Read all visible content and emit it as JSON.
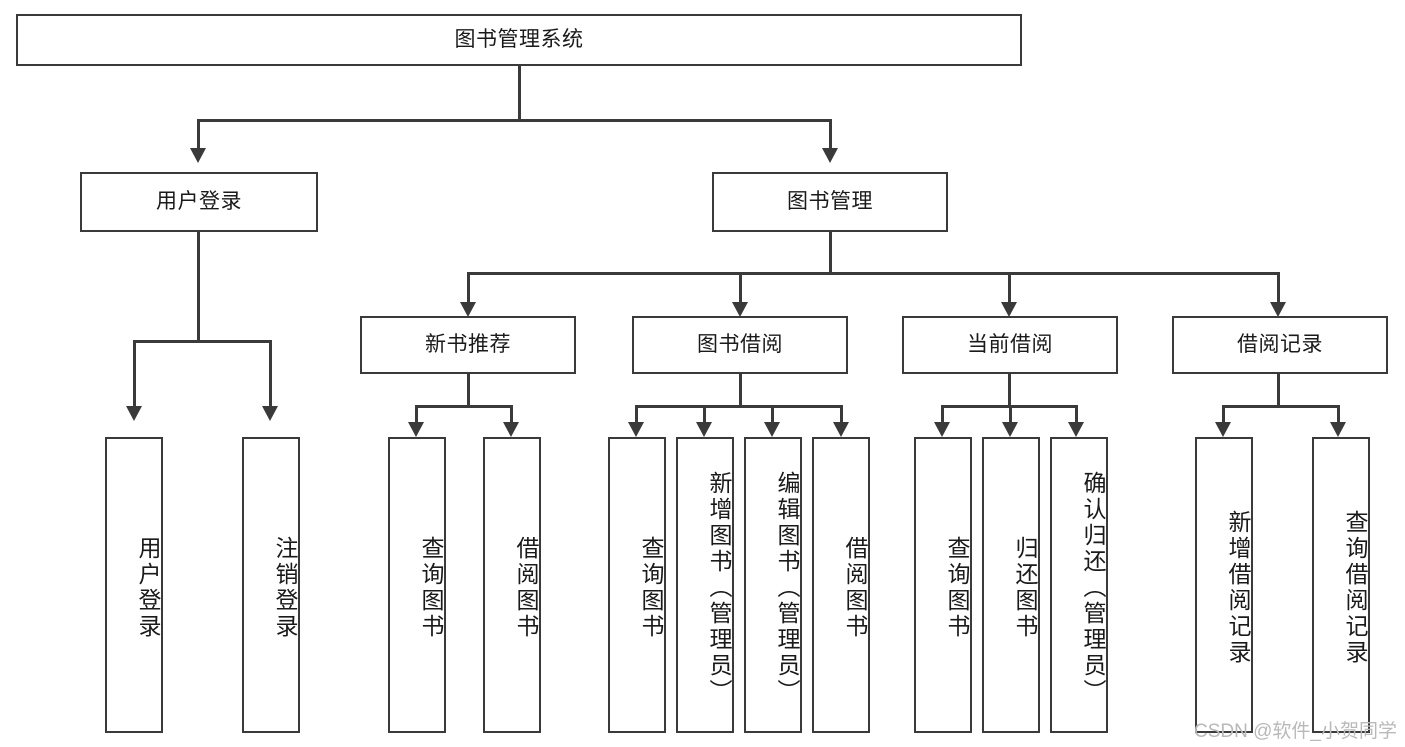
{
  "diagram": {
    "type": "tree",
    "title": "图书管理系统",
    "root": {
      "label": "图书管理系统"
    },
    "level1": [
      {
        "label": "用户登录"
      },
      {
        "label": "图书管理"
      }
    ],
    "level2": [
      {
        "label": "新书推荐"
      },
      {
        "label": "图书借阅"
      },
      {
        "label": "当前借阅"
      },
      {
        "label": "借阅记录"
      }
    ],
    "leaves": {
      "user_login": [
        {
          "label": "用户登录"
        },
        {
          "label": "注销登录"
        }
      ],
      "new_book_recommend": [
        {
          "label": "查询图书"
        },
        {
          "label": "借阅图书"
        }
      ],
      "book_borrow": [
        {
          "label": "查询图书"
        },
        {
          "label": "新增图书（管理员）"
        },
        {
          "label": "编辑图书（管理员）"
        },
        {
          "label": "借阅图书"
        }
      ],
      "current_borrow": [
        {
          "label": "查询图书"
        },
        {
          "label": "归还图书"
        },
        {
          "label": "确认归还（管理员）"
        }
      ],
      "borrow_record": [
        {
          "label": "新增借阅记录"
        },
        {
          "label": "查询借阅记录"
        }
      ]
    }
  },
  "watermark": {
    "text": "CSDN @软件_小贺同学"
  },
  "colors": {
    "stroke": "#3a3a3a",
    "background": "#ffffff",
    "text": "#1a1a1a",
    "watermark": "#b9b9b9"
  }
}
